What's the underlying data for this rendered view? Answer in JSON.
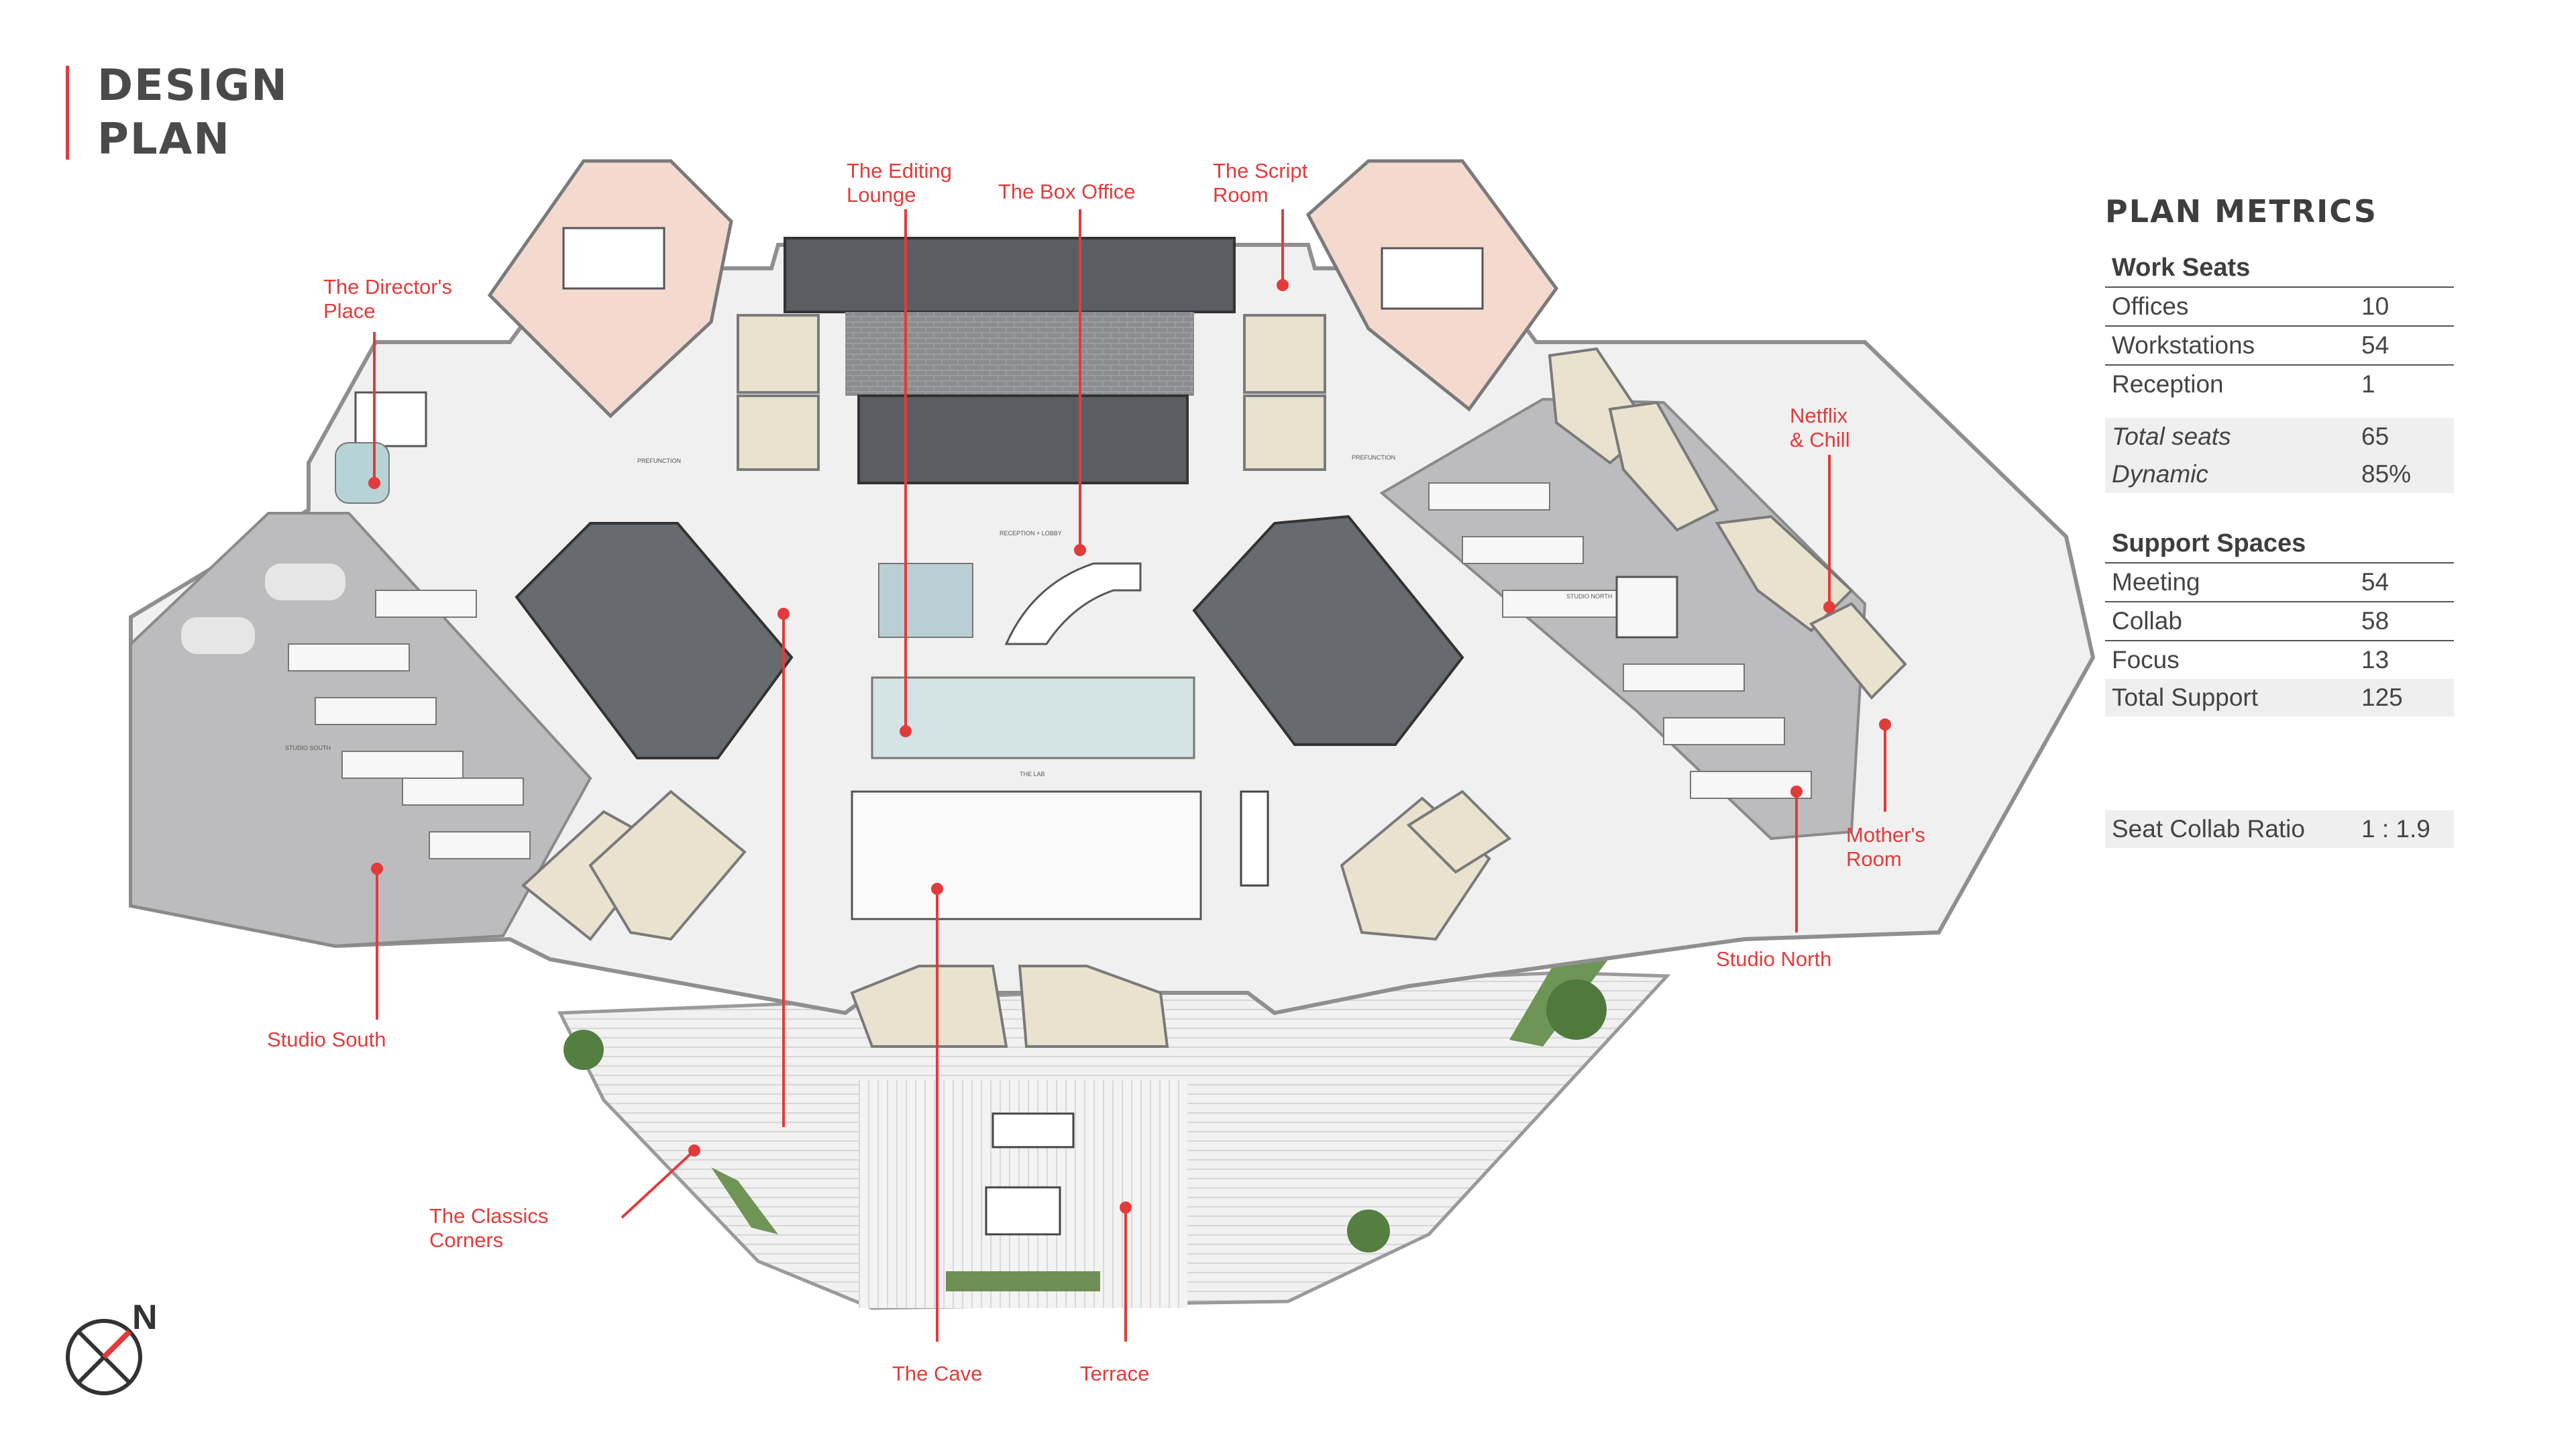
{
  "header": {
    "title_line1": "DESIGN",
    "title_line2": "PLAN"
  },
  "colors": {
    "accent": "#e23b3b",
    "core_dark": "#555a5e",
    "pink_room": "#f4d9cf",
    "office_beige": "#e9e2cf",
    "studio_grey": "#b9b9bb"
  },
  "callouts": {
    "editing_lounge": [
      "The Editing",
      "Lounge"
    ],
    "box_office": "The Box Office",
    "script_room": [
      "The Script",
      "Room"
    ],
    "directors_place": [
      "The Director's",
      "Place"
    ],
    "netflix_chill": [
      "Netflix",
      "& Chill"
    ],
    "mothers_room": [
      "Mother's",
      "Room"
    ],
    "studio_north": "Studio North",
    "studio_south": "Studio South",
    "classics_corners": [
      "The Classics",
      "Corners"
    ],
    "the_cave": "The Cave",
    "terrace": "Terrace"
  },
  "metrics": {
    "title": "PLAN METRICS",
    "work_seats": {
      "heading": "Work Seats",
      "rows": [
        {
          "label": "Offices",
          "value": "10"
        },
        {
          "label": "Workstations",
          "value": "54"
        },
        {
          "label": "Reception",
          "value": "1"
        }
      ],
      "total_seats": {
        "label": "Total seats",
        "value": "65"
      },
      "dynamic": {
        "label": "Dynamic",
        "value": "85%"
      }
    },
    "support_spaces": {
      "heading": "Support Spaces",
      "rows": [
        {
          "label": "Meeting",
          "value": "54"
        },
        {
          "label": "Collab",
          "value": "58"
        },
        {
          "label": "Focus",
          "value": "13"
        }
      ],
      "total_support": {
        "label": "Total Support",
        "value": "125"
      }
    },
    "ratio": {
      "label": "Seat Collab Ratio",
      "value": "1 : 1.9"
    }
  },
  "compass": {
    "letter": "N"
  }
}
